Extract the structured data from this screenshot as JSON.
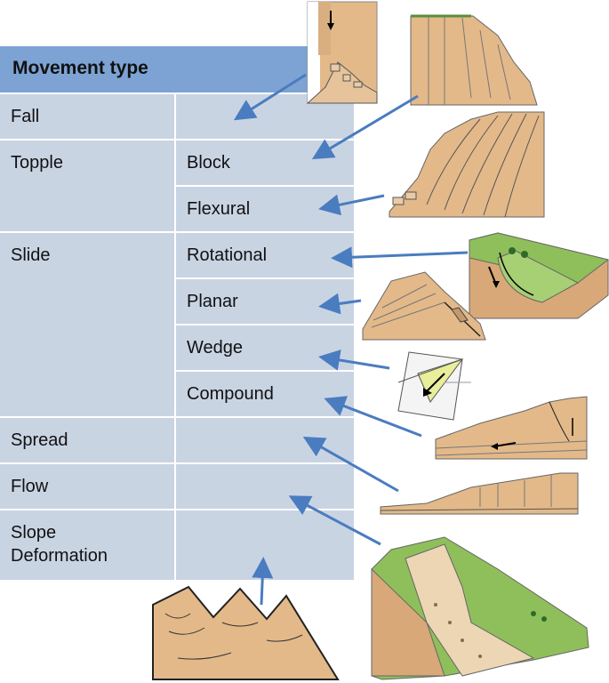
{
  "table": {
    "header": "Movement type",
    "rows": [
      {
        "type": "Fall",
        "subtypes": []
      },
      {
        "type": "Topple",
        "subtypes": [
          "Block",
          "Flexural"
        ]
      },
      {
        "type": "Slide",
        "subtypes": [
          "Rotational",
          "Planar",
          "Wedge",
          "Compound"
        ]
      },
      {
        "type": "Spread",
        "subtypes": []
      },
      {
        "type": "Flow",
        "subtypes": []
      },
      {
        "type": "Slope Deformation",
        "subtypes": []
      }
    ]
  },
  "colors": {
    "header": "#7da3d4",
    "cell": "#c9d4e3",
    "arrow": "#4a7cc0",
    "rock": "#e3b98a",
    "grass": "#8fbf5a"
  }
}
